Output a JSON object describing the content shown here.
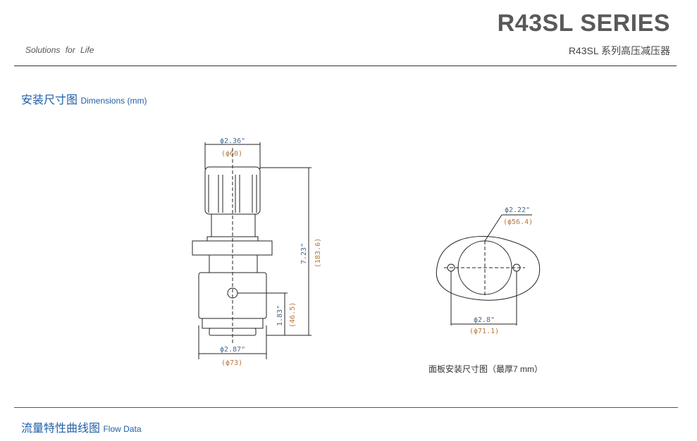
{
  "header": {
    "title": "R43SL SERIES",
    "subtitle": "R43SL 系列高压减压器",
    "tagline": "Solutions for Life"
  },
  "section_dimensions": {
    "title_cn": "安装尺寸图",
    "title_en": "Dimensions (mm)"
  },
  "regulator_drawing": {
    "top_dia_in": "ϕ2.36\"",
    "top_dia_mm": "(ϕ60)",
    "height_in": "7.23\"",
    "height_mm": "(183.6)",
    "port_height_in": "1.83\"",
    "port_height_mm": "(46.5)",
    "bottom_dia_in": "ϕ2.87\"",
    "bottom_dia_mm": "(ϕ73)"
  },
  "panel_drawing": {
    "hole_dia_in": "ϕ2.22\"",
    "hole_dia_mm": "(ϕ56.4)",
    "bolt_dia_in": "ϕ2.8\"",
    "bolt_dia_mm": "(ϕ71.1)",
    "caption": "面板安装尺寸图（最厚7 mm）"
  },
  "section_flow": {
    "title_cn": "流量特性曲线图",
    "title_en": "Flow Data"
  }
}
